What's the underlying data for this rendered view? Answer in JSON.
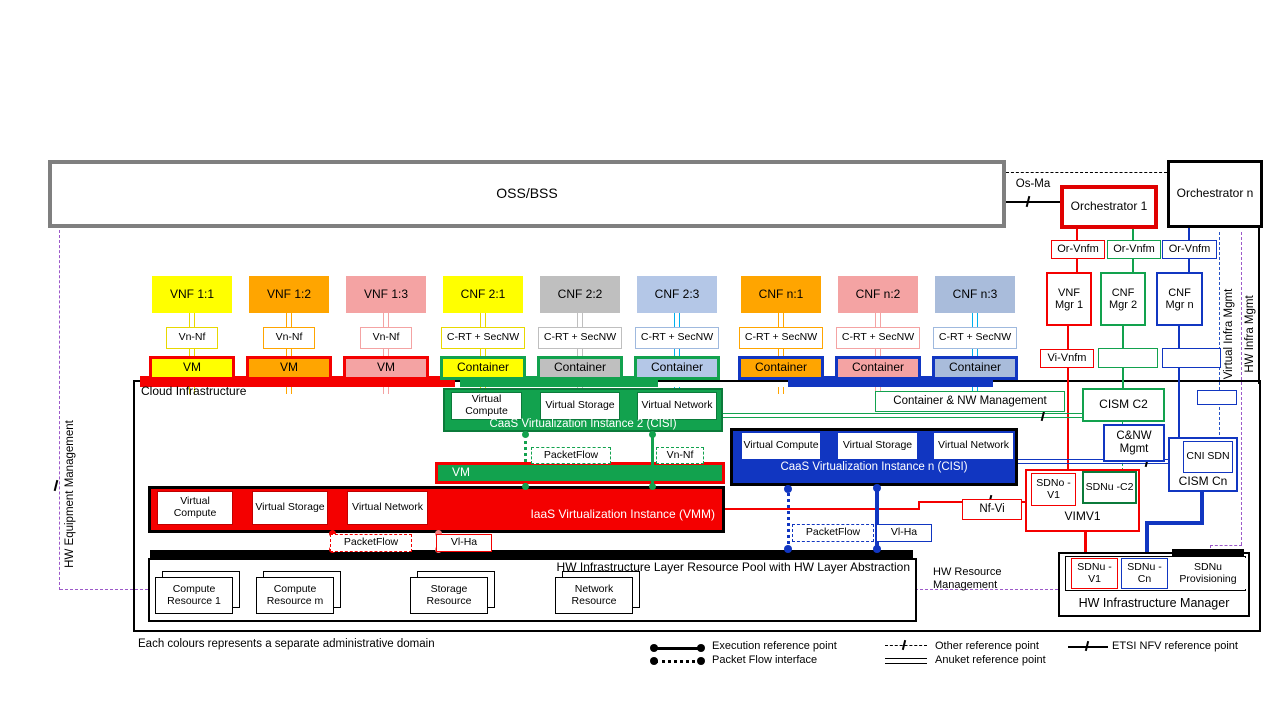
{
  "colors": {
    "red_domain": "#F40000",
    "green_domain": "#12A24E",
    "blue_domain": "#1136C1",
    "yellow": "#FFFF00",
    "orange": "#FFA500",
    "pink": "#F4A3A3",
    "gray": "#BFBFBF",
    "light_blue": "#B4C7E7",
    "cyan": "#00B0F0",
    "purple_dashed": "#9C59C9",
    "blue_dashed": "#2853C6",
    "oss_border": "#7F7F7F"
  },
  "oss": {
    "label": "OSS/BSS"
  },
  "os_ma_label": "Os-Ma",
  "orchestrators": [
    {
      "label": "Orchestrator 1"
    },
    {
      "label": "Orchestrator n"
    }
  ],
  "or_vnfm_labels": [
    "Or-Vnfm",
    "Or-Vnfm",
    "Or-Vnfm"
  ],
  "managers": [
    {
      "label": "VNF Mgr 1"
    },
    {
      "label": "CNF Mgr 2"
    },
    {
      "label": "CNF Mgr n"
    }
  ],
  "vi_vnfm_label": "Vi-Vnfm",
  "side_labels": {
    "virtual_infra": "Virtual Infra Mgmt",
    "hw_infra": "HW Infra Mgmt",
    "hw_equipment": "HW Equipment Management",
    "hw_resource": "HW Resource Management"
  },
  "columns": [
    {
      "title": "VNF 1:1",
      "ref": "Vn-Nf",
      "unit": "VM"
    },
    {
      "title": "VNF 1:2",
      "ref": "Vn-Nf",
      "unit": "VM"
    },
    {
      "title": "VNF 1:3",
      "ref": "Vn-Nf",
      "unit": "VM"
    },
    {
      "title": "CNF 2:1",
      "ref": "C-RT + SecNW",
      "unit": "Container"
    },
    {
      "title": "CNF 2:2",
      "ref": "C-RT + SecNW",
      "unit": "Container"
    },
    {
      "title": "CNF 2:3",
      "ref": "C-RT + SecNW",
      "unit": "Container"
    },
    {
      "title": "CNF n:1",
      "ref": "C-RT + SecNW",
      "unit": "Container"
    },
    {
      "title": "CNF n:2",
      "ref": "C-RT + SecNW",
      "unit": "Container"
    },
    {
      "title": "CNF n:3",
      "ref": "C-RT + SecNW",
      "unit": "Container"
    }
  ],
  "cloud": {
    "label": "Cloud Infrastructure"
  },
  "caas2": {
    "title": "CaaS Virtualization Instance 2 (CISI)",
    "cells": [
      "Virtual Compute",
      "Virtual Storage",
      "Virtual Network"
    ],
    "packetflow": "PacketFlow",
    "vnnf": "Vn-Nf"
  },
  "vm_bar": "VM",
  "iaas": {
    "title": "IaaS Virtualization Instance (VMM)",
    "cells": [
      "Virtual Compute",
      "Virtual Storage",
      "Virtual Network"
    ],
    "packetflow": "PacketFlow",
    "vlha": "Vl-Ha"
  },
  "caasn": {
    "title": "CaaS Virtualization Instance n (CISI)",
    "cells": [
      "Virtual Compute",
      "Virtual Storage",
      "Virtual Network"
    ],
    "packetflow": "PacketFlow",
    "vlha": "Vl-Ha"
  },
  "hw_pool": {
    "title": "HW Infrastructure Layer Resource Pool with HW Layer Abstraction",
    "resources": [
      "Compute Resource 1",
      "Compute Resource m",
      "Storage Resource",
      "Network Resource"
    ]
  },
  "container_nw_label": "Container & NW Management",
  "cism_c2": "CISM C2",
  "cnw_mgmt": "C&NW Mgmt",
  "cism_cn": "CISM Cn",
  "cni_sdn": "CNI SDN",
  "nf_vi": "Nf-Vi",
  "vim": {
    "label": "VIMV1",
    "sdno_v1": "SDNo -V1",
    "sdnu_c2": "SDNu -C2"
  },
  "hw_mgr": {
    "label": "HW Infrastructure Manager",
    "sdnu_v1": "SDNu -V1",
    "sdnu_cn": "SDNu -Cn",
    "sdnu_prov": "SDNu Provisioning"
  },
  "footer_note": "Each colours represents a separate administrative domain",
  "legend": {
    "execution": "Execution reference point",
    "packet_flow": "Packet Flow interface",
    "other": "Other reference point",
    "anuket": "Anuket reference point",
    "etsi": "ETSI NFV reference point"
  }
}
